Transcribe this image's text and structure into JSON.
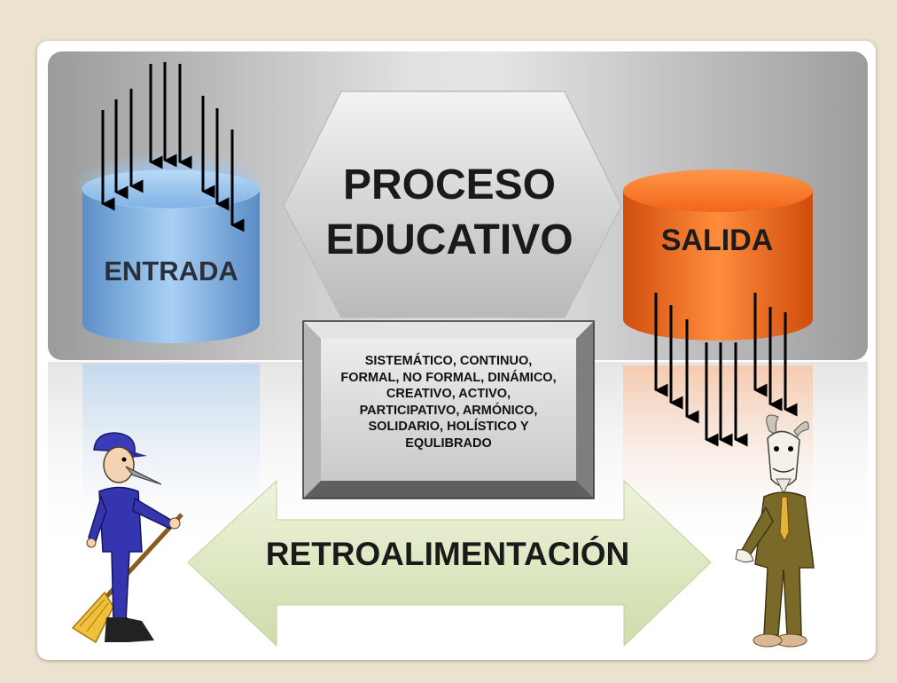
{
  "diagram": {
    "input": {
      "label": "ENTRADA"
    },
    "process": {
      "title_line1": "PROCESO",
      "title_line2": "EDUCATIVO"
    },
    "output": {
      "label": "SALIDA"
    },
    "attributes": {
      "text": "SISTEMÁTICO, CONTINUO, FORMAL, NO FORMAL, DINÁMICO, CREATIVO, ACTIVO, PARTICIPATIVO, ARMÓNICO, SOLIDARIO, HOLÍSTICO Y EQULIBRADO"
    },
    "feedback": {
      "label": "RETROALIMENTACIÓN"
    }
  },
  "colors": {
    "page_background": "#ece2cf",
    "band_gray": "#a8a8a8",
    "entrada_blue": "#7fb2e4",
    "salida_orange": "#f26a1b",
    "hexagon_gray": "#d0d0d0",
    "feedback_green": "#dce8bd",
    "janitor_blue": "#3535b0",
    "goat_suit_brown": "#7a6a2a"
  }
}
